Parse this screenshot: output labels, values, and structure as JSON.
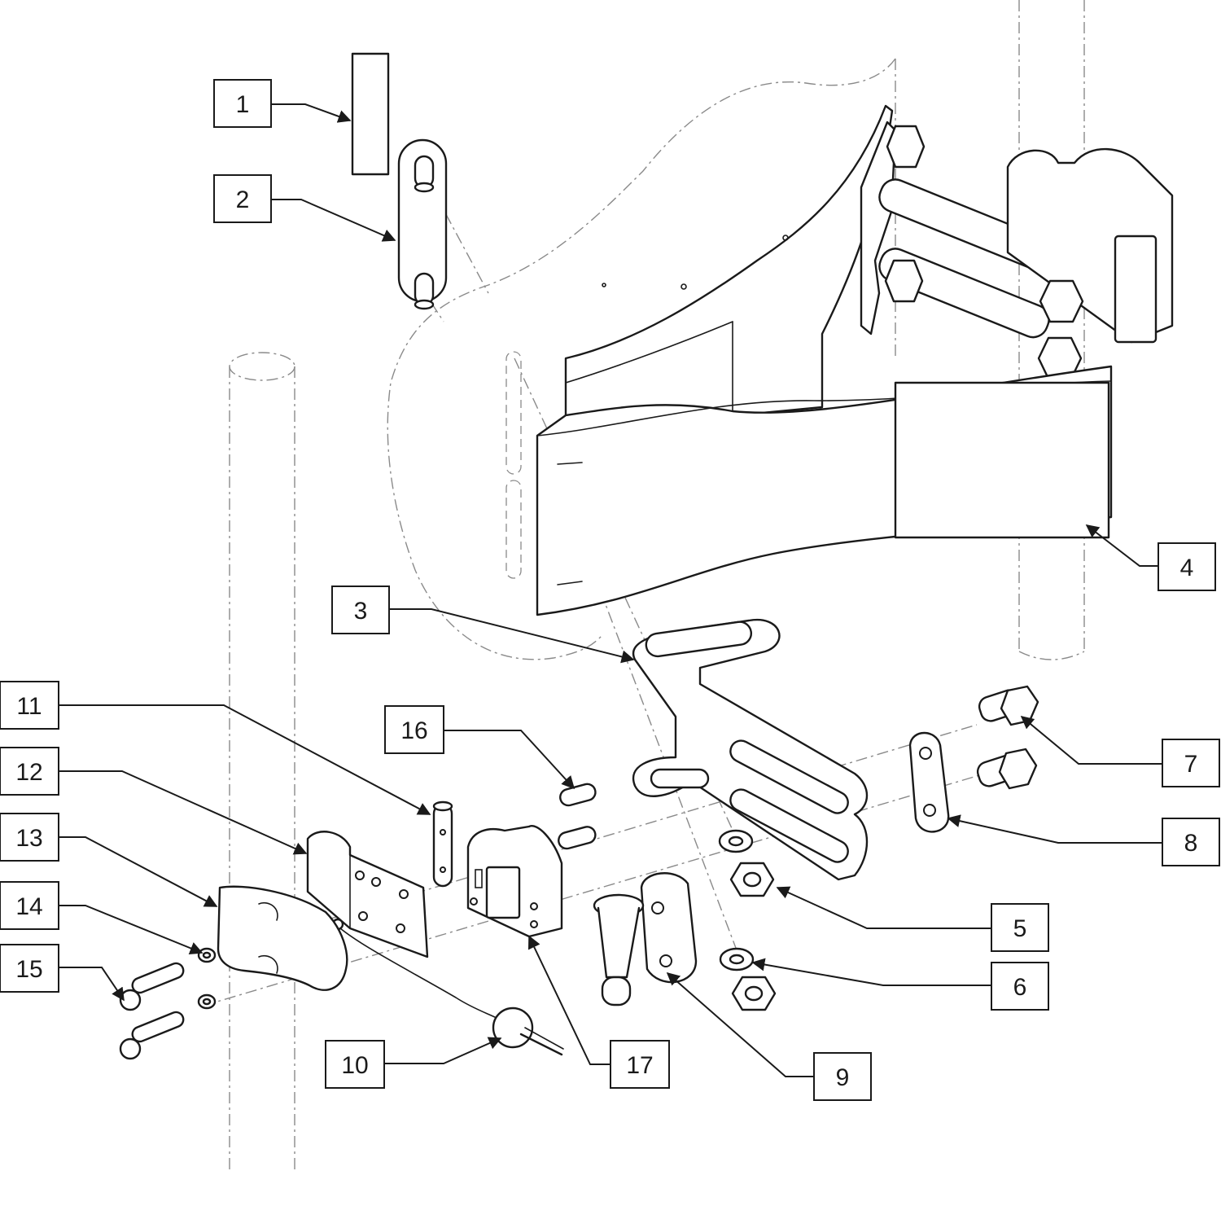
{
  "callouts": [
    {
      "id": "callout-1",
      "label": "1"
    },
    {
      "id": "callout-2",
      "label": "2"
    },
    {
      "id": "callout-3",
      "label": "3"
    },
    {
      "id": "callout-4",
      "label": "4"
    },
    {
      "id": "callout-5",
      "label": "5"
    },
    {
      "id": "callout-6",
      "label": "6"
    },
    {
      "id": "callout-7",
      "label": "7"
    },
    {
      "id": "callout-8",
      "label": "8"
    },
    {
      "id": "callout-9",
      "label": "9"
    },
    {
      "id": "callout-10",
      "label": "10"
    },
    {
      "id": "callout-11",
      "label": "11"
    },
    {
      "id": "callout-12",
      "label": "12"
    },
    {
      "id": "callout-13",
      "label": "13"
    },
    {
      "id": "callout-14",
      "label": "14"
    },
    {
      "id": "callout-15",
      "label": "15"
    },
    {
      "id": "callout-16",
      "label": "16"
    },
    {
      "id": "callout-17",
      "label": "17"
    }
  ],
  "colors": {
    "line": "#1a1a1a",
    "hidden_line": "#8a8a8a",
    "background": "#ffffff"
  }
}
